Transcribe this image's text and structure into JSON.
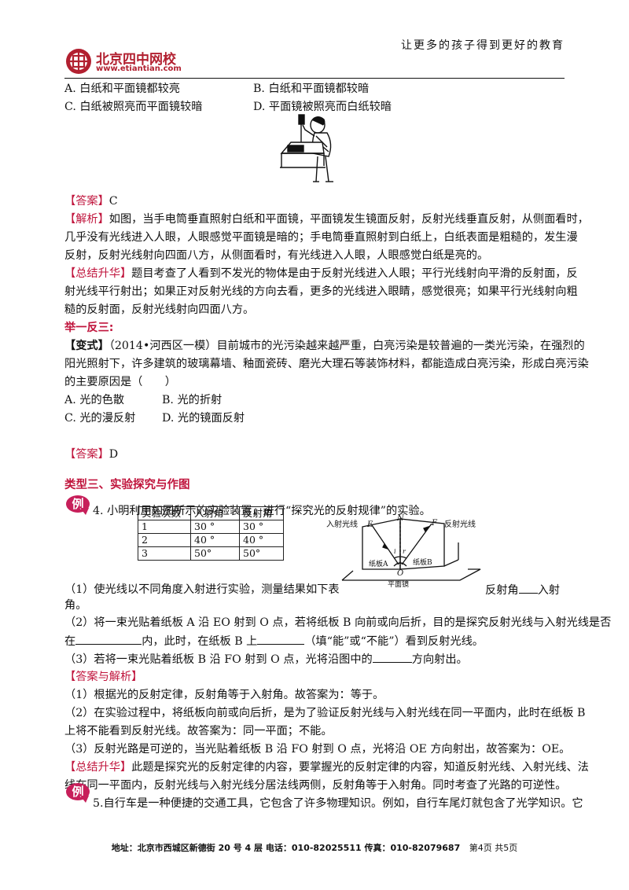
{
  "header": {
    "brand": "北京四中网校",
    "url": "www.etiantian.com",
    "slogan": "让更多的孩子得到更好的教育"
  },
  "q_prev": {
    "options": [
      "A. 白纸和平面镜都较亮",
      "B. 白纸和平面镜都较暗",
      "C. 白纸被照亮而平面镜较暗",
      "D. 平面镜被照亮而白纸较暗"
    ]
  },
  "answer1": {
    "tag": "【答案】",
    "value": "C"
  },
  "analysis1": {
    "tag": "【解析】",
    "lines": [
      "如图，当手电筒垂直照射白纸和平面镜，平面镜发生镜面反射，反射光线垂直反射，从侧面看时，",
      "几乎没有光线进入人眼，人眼感觉平面镜是暗的；手电筒垂直照射到白纸上，白纸表面是粗糙的，发生漫",
      "反射，反射光线射向四面八方，从侧面看时，有光线进入人眼，人眼感觉白纸是亮的。"
    ]
  },
  "summary1": {
    "tag": "【总结升华】",
    "lines": [
      "题目考查了人看到不发光的物体是由于反射光线进入人眼；平行光线射向平滑的反射面，反",
      "射光线平行射出；如果正对反射光线的方向去看，更多的光线进入眼睛，感觉很亮；如果平行光线射向粗",
      "糙的反射面，反射光线射向四面八方。"
    ]
  },
  "draw_inferences": "举一反三:",
  "variant": {
    "tag": "【变式】",
    "lines": [
      "（2014•河西区一模）目前城市的光污染越来越严重，白亮污染是较普遍的一类光污染，在强烈的",
      "阳光照射下，许多建筑的玻璃幕墙、釉面瓷砖、磨光大理石等装饰材料，都能造成白亮污染，形成白亮污染",
      "的主要原因是（　　）"
    ],
    "options": [
      "A. 光的色散",
      "B. 光的折射",
      "C. 光的漫反射",
      "D. 光的镜面反射"
    ]
  },
  "answer2": {
    "tag": "【答案】",
    "value": "D"
  },
  "section3": {
    "title": "类型三、实验探究与作图"
  },
  "example_badge": "例",
  "q4": {
    "stem": "4.  小明利用如图所示的实验装置，进行“探究光的反射规律”的实验。",
    "table": {
      "headers": [
        "实验次数",
        "入射角",
        "反射角"
      ],
      "rows": [
        [
          "1",
          "30 °",
          "30 °"
        ],
        [
          "2",
          "40 °",
          "40 °"
        ],
        [
          "3",
          "50°",
          "50°"
        ]
      ]
    },
    "figure": {
      "incident_label": "入射光线",
      "reflected_label": "反射光线",
      "E": "E",
      "N": "N",
      "F": "F",
      "i": "i",
      "r": "r",
      "O": "O",
      "board_a": "纸板A",
      "board_b": "纸板B",
      "mirror": "平面镜"
    },
    "p1a": "（1）使光线以不同角度入射进行实验，测量结果如下表",
    "p1b": "反射角",
    "p1c": "入射",
    "p1d": "角。",
    "p2a": "（2）将一束光贴着纸板 A 沿 EO 射到 O 点，若将纸板 B 向前或向后折，目的是探究反射光线与入射光线是否",
    "p2b": "在",
    "p2c": "内，此时，在纸板 B 上",
    "p2d": "（填“能”或“不能”）看到反射光线。",
    "p3a": "（3）若将一束光贴着纸板 B 沿 FO 射到 O 点，光将沿图中的",
    "p3b": "方向射出。"
  },
  "ans_analysis": {
    "tag": "【答案与解析】",
    "lines": [
      "（1）根据光的反射定律，反射角等于入射角。故答案为：等于。",
      "（2）在实验过程中，将纸板向前或向后折，是为了验证反射光线与入射光线在同一平面内，此时在纸板 B",
      "上将不能看到反射光线。故答案为：同一平面；不能。",
      "（3）反射光路是可逆的，当光贴着纸板 B 沿 FO 射到 O 点，光将沿 OE 方向射出，故答案为：OE。"
    ]
  },
  "summary2": {
    "tag": "【总结升华】",
    "lines": [
      "此题是探究光的反射定律的内容，要掌握光的反射定律的内容，知道反射光线、入射光线、法",
      "线在同一平面内，反射光线与入射光线分居法线两侧，反射角等于入射角。同时考查了光路的可逆性。"
    ]
  },
  "q5": {
    "stem": "5.自行车是一种便捷的交通工具，它包含了许多物理知识。例如，自行车尾灯就包含了光学知识。它"
  },
  "footer": {
    "address": "地址：北京市西城区新德街 20 号 4 层  电话：010-82025511  传真：010-82079687",
    "page": "第4页  共5页"
  }
}
